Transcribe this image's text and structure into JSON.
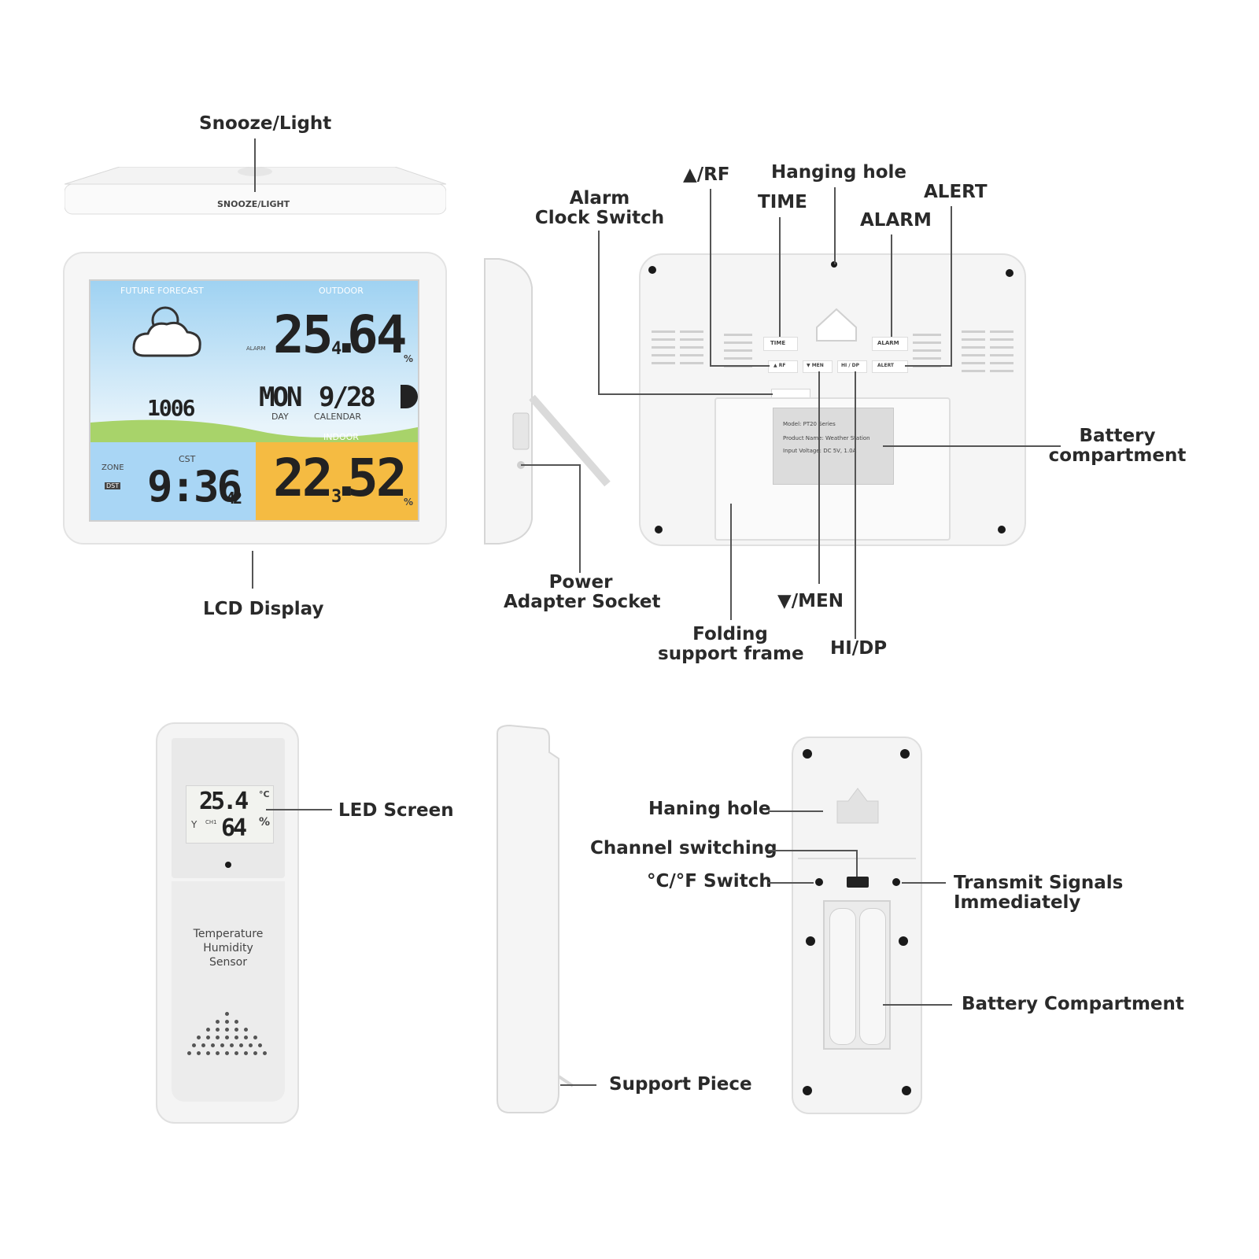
{
  "labels": {
    "snooze_light": "Snooze/Light",
    "lcd_display": "LCD Display",
    "alarm_clock_switch": "Alarm\nClock Switch",
    "rf_up": "▲/RF",
    "hanging_hole": "Hanging hole",
    "time": "TIME",
    "alert": "ALERT",
    "alarm": "ALARM",
    "battery_compartment_top": "Battery\ncompartment",
    "power_adapter_socket": "Power\nAdapter Socket",
    "men_down": "▼/MEN",
    "folding_support_frame": "Folding\nsupport frame",
    "hi_dp": "HI/DP",
    "led_screen": "LED Screen",
    "haning_hole": "Haning hole",
    "channel_switching": "Channel switching",
    "cf_switch": "°C/°F Switch",
    "transmit_signals": "Transmit Signals\nImmediately",
    "battery_compartment_bottom": "Battery Compartment",
    "support_piece": "Support Piece"
  },
  "device_text": {
    "snooze_button": "SNOOZE/LIGHT",
    "back_time": "TIME",
    "back_alarm": "ALARM",
    "back_rf": "▲ RF",
    "back_men": "▼ MEN",
    "back_hidp": "HI / DP",
    "back_alert": "ALERT",
    "label_model": "Model: PT20 Series",
    "label_product": "Product Name: Weather Station",
    "label_input": "Input Voltage: DC 5V, 1.0A",
    "sensor_text": "Temperature\nHumidity\nSensor"
  },
  "lcd": {
    "future_forecast": "FUTURE FORECAST",
    "outdoor": "OUTDOOR",
    "outdoor_temp": "25.",
    "outdoor_temp_dec": "4",
    "outdoor_hum": "64",
    "alarm_icon_text": "ALARM",
    "pressure": "1006",
    "day": "MON",
    "day_label": "DAY",
    "date": "9/28",
    "calendar_label": "CALENDAR",
    "indoor": "INDOOR",
    "zone": "ZONE",
    "dst": "DST",
    "cst": "CST",
    "clock": "9:36",
    "seconds": "42",
    "indoor_temp": "22.",
    "indoor_temp_dec": "3",
    "indoor_hum": "52",
    "percent": "%"
  },
  "sensor_lcd": {
    "temp": "25.4",
    "temp_unit": "°C",
    "hum": "64",
    "hum_unit": "%",
    "channel": "CH1"
  },
  "colors": {
    "line": "#555555",
    "device": "#f4f4f4",
    "outdoor_bg": "#cfe7f7",
    "clock_bg": "#a9d6f5",
    "indoor_bg": "#f7c04a",
    "grass": "#8bc34a"
  }
}
